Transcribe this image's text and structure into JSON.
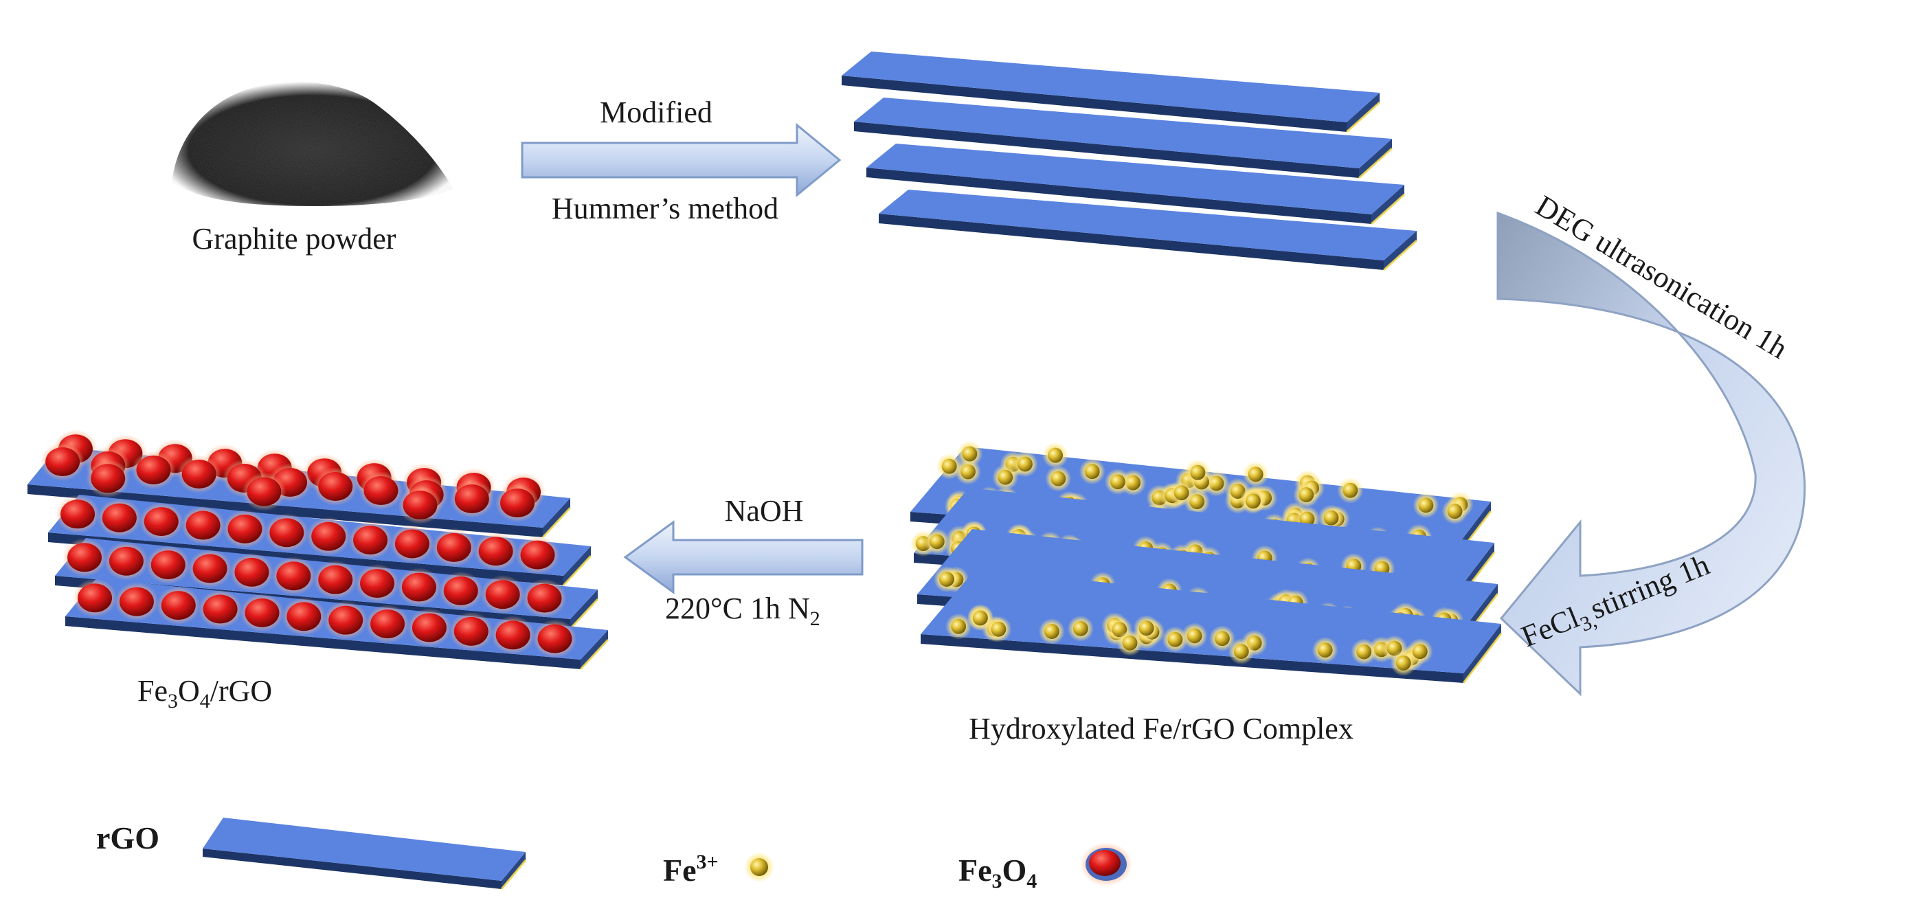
{
  "steps": {
    "graphite_label": "Graphite powder",
    "arrow1_top": "Modified",
    "arrow1_bottom": "Hummer’s method",
    "curved_label_top": "DEG ultrasonication 1h",
    "curved_label_bottom_main": "FeCl",
    "curved_label_bottom_sub": "3,",
    "curved_label_bottom_rest": "stirring  1h",
    "complex_label": "Hydroxylated Fe/rGO Complex",
    "arrow2_top": "NaOH",
    "arrow2_bottom_main": "220°C  1h  N",
    "arrow2_bottom_sub": "2",
    "product_label": {
      "p1": "Fe",
      "s1": "3",
      "p2": "O",
      "s2": "4",
      "p3": "/rGO"
    }
  },
  "legend": {
    "rgo": "rGO",
    "fe3": {
      "main": "Fe",
      "sup": "3+"
    },
    "fe3o4": {
      "p1": "Fe",
      "s1": "3",
      "p2": "O",
      "s2": "4"
    }
  },
  "colors": {
    "sheet_top": "#5b84e0",
    "sheet_edge": "#1d3566",
    "arrow_fill": "#c9d8f2",
    "arrow_stroke": "#7f9bc9",
    "fe3_particle": "#d4b21c",
    "fe3o4_particle": "#d81b1b",
    "graphite": "#1e1e1e"
  }
}
